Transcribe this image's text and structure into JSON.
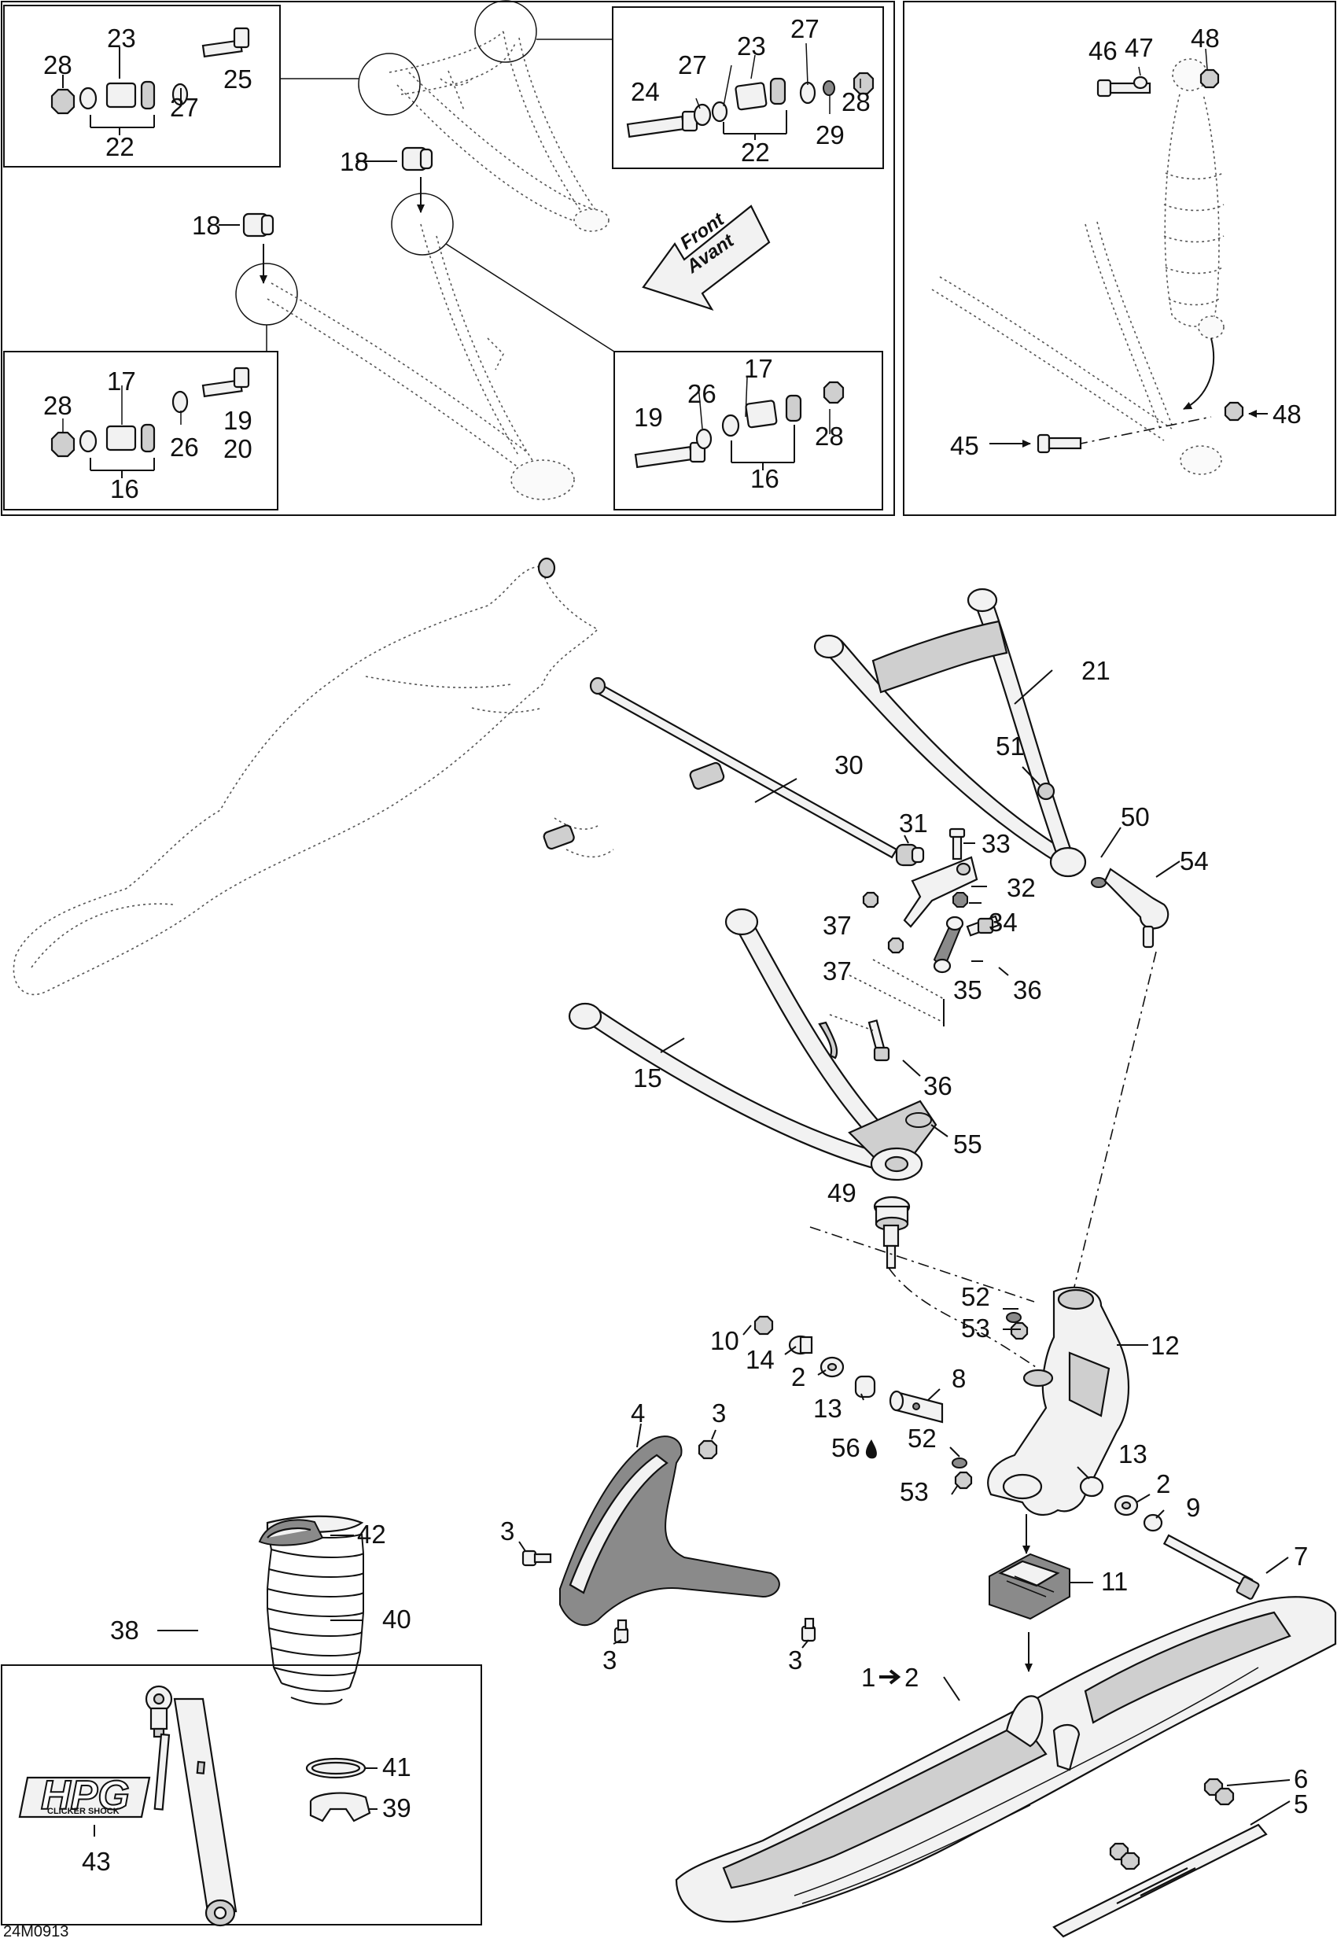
{
  "diagram_id": "24M0913",
  "arrow": {
    "line1": "Front",
    "line2": "Avant"
  },
  "logo": {
    "main": "HPG",
    "sub": "CLICKER SHOCK"
  },
  "callouts": [
    {
      "id": "c28a",
      "text": "28"
    },
    {
      "id": "c23a",
      "text": "23"
    },
    {
      "id": "c25",
      "text": "25"
    },
    {
      "id": "c27a",
      "text": "27"
    },
    {
      "id": "c22a",
      "text": "22"
    },
    {
      "id": "c27b",
      "text": "27"
    },
    {
      "id": "c23b",
      "text": "23"
    },
    {
      "id": "c27c",
      "text": "27"
    },
    {
      "id": "c24",
      "text": "24"
    },
    {
      "id": "c28b",
      "text": "28"
    },
    {
      "id": "c29",
      "text": "29"
    },
    {
      "id": "c22b",
      "text": "22"
    },
    {
      "id": "c18a",
      "text": "18"
    },
    {
      "id": "c18b",
      "text": "18"
    },
    {
      "id": "c28c",
      "text": "28"
    },
    {
      "id": "c17a",
      "text": "17"
    },
    {
      "id": "c19a",
      "text": "19"
    },
    {
      "id": "c20",
      "text": "20"
    },
    {
      "id": "c26a",
      "text": "26"
    },
    {
      "id": "c16a",
      "text": "16"
    },
    {
      "id": "c17b",
      "text": "17"
    },
    {
      "id": "c26b",
      "text": "26"
    },
    {
      "id": "c19b",
      "text": "19"
    },
    {
      "id": "c28d",
      "text": "28"
    },
    {
      "id": "c16b",
      "text": "16"
    },
    {
      "id": "c46",
      "text": "46"
    },
    {
      "id": "c47",
      "text": "47"
    },
    {
      "id": "c48a",
      "text": "48"
    },
    {
      "id": "c48b",
      "text": "48"
    },
    {
      "id": "c45",
      "text": "45"
    },
    {
      "id": "c21",
      "text": "21"
    },
    {
      "id": "c30",
      "text": "30"
    },
    {
      "id": "c51",
      "text": "51"
    },
    {
      "id": "c50",
      "text": "50"
    },
    {
      "id": "c54",
      "text": "54"
    },
    {
      "id": "c31",
      "text": "31"
    },
    {
      "id": "c33",
      "text": "33"
    },
    {
      "id": "c32",
      "text": "32"
    },
    {
      "id": "c34",
      "text": "34"
    },
    {
      "id": "c37a",
      "text": "37"
    },
    {
      "id": "c37b",
      "text": "37"
    },
    {
      "id": "c35",
      "text": "35"
    },
    {
      "id": "c36a",
      "text": "36"
    },
    {
      "id": "c15",
      "text": "15"
    },
    {
      "id": "c36b",
      "text": "36"
    },
    {
      "id": "c55",
      "text": "55"
    },
    {
      "id": "c49",
      "text": "49"
    },
    {
      "id": "c52a",
      "text": "52"
    },
    {
      "id": "c53a",
      "text": "53"
    },
    {
      "id": "c12",
      "text": "12"
    },
    {
      "id": "c10",
      "text": "10"
    },
    {
      "id": "c14",
      "text": "14"
    },
    {
      "id": "c2a",
      "text": "2"
    },
    {
      "id": "c8",
      "text": "8"
    },
    {
      "id": "c13a",
      "text": "13"
    },
    {
      "id": "c56",
      "text": "56"
    },
    {
      "id": "c4",
      "text": "4"
    },
    {
      "id": "c3a",
      "text": "3"
    },
    {
      "id": "c3b",
      "text": "3"
    },
    {
      "id": "c3c",
      "text": "3"
    },
    {
      "id": "c3d",
      "text": "3"
    },
    {
      "id": "c52b",
      "text": "52"
    },
    {
      "id": "c53b",
      "text": "53"
    },
    {
      "id": "c13b",
      "text": "13"
    },
    {
      "id": "c2b",
      "text": "2"
    },
    {
      "id": "c9",
      "text": "9"
    },
    {
      "id": "c7",
      "text": "7"
    },
    {
      "id": "c11",
      "text": "11"
    },
    {
      "id": "c42",
      "text": "42"
    },
    {
      "id": "c40",
      "text": "40"
    },
    {
      "id": "c38",
      "text": "38"
    },
    {
      "id": "c41",
      "text": "41"
    },
    {
      "id": "c39",
      "text": "39"
    },
    {
      "id": "c43",
      "text": "43"
    },
    {
      "id": "c1",
      "text": "1"
    },
    {
      "id": "c2c",
      "text": "2"
    },
    {
      "id": "c6",
      "text": "6"
    },
    {
      "id": "c5",
      "text": "5"
    }
  ]
}
